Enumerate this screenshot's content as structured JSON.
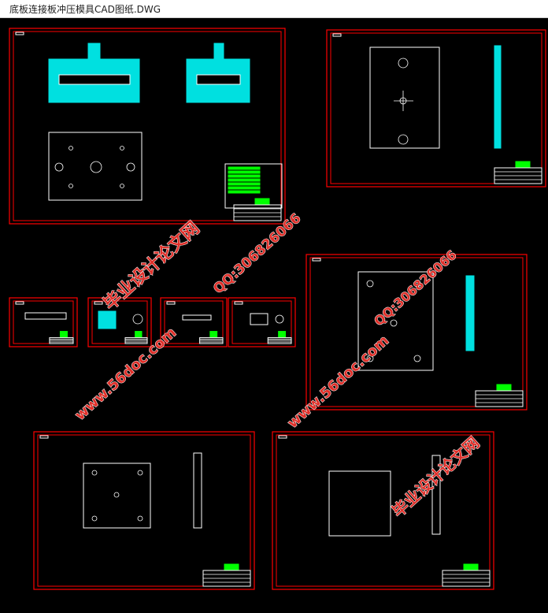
{
  "window": {
    "title": "底板连接板冲压模具CAD图纸.DWG"
  },
  "watermark": {
    "site_name": "毕业设计论文网",
    "qq": "QQ:306826066",
    "url": "www.56doc.com"
  },
  "colors": {
    "frame": "#ff0000",
    "hatch": "#00e0e0",
    "line": "#ffffff",
    "title_block": "#00ff00",
    "background": "#000000"
  }
}
